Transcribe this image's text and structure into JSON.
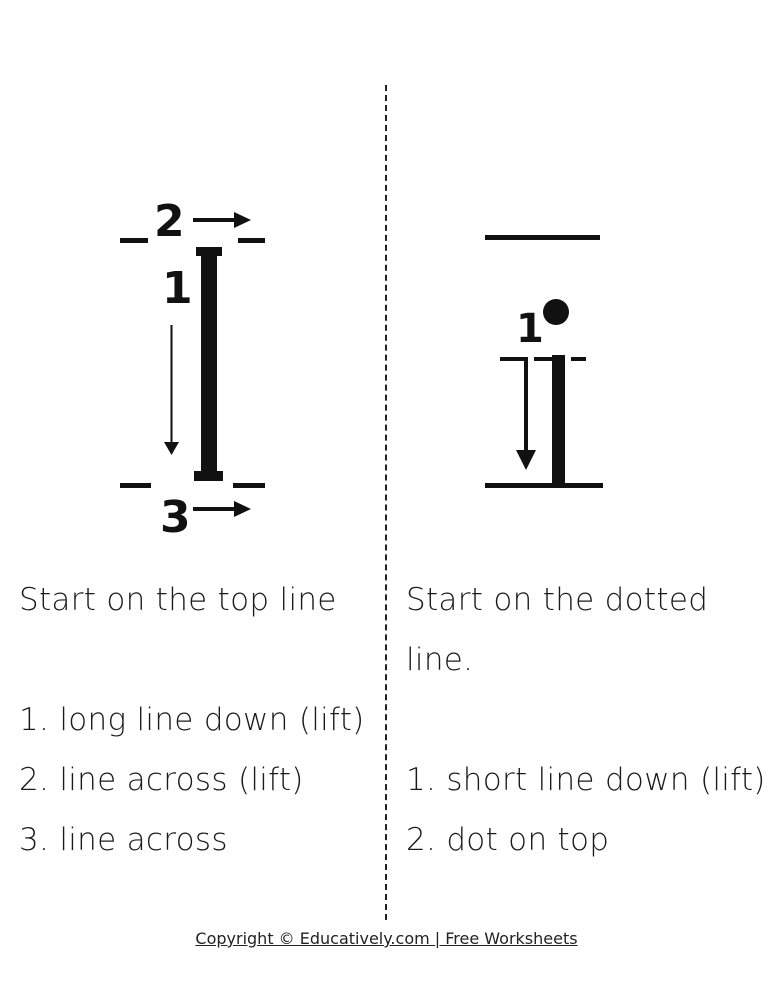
{
  "worksheet": {
    "left_panel": {
      "letter": "I",
      "stroke_numbers": [
        "1",
        "2",
        "3"
      ],
      "instruction_intro": "Start on the top line",
      "steps": [
        "1. long line down (lift)",
        "2. line across (lift)",
        "3. line across"
      ]
    },
    "right_panel": {
      "letter": "i",
      "stroke_numbers": [
        "1"
      ],
      "instruction_intro_line1": "Start on the dotted",
      "instruction_intro_line2": "line.",
      "steps": [
        "1. short line down (lift)",
        "2. dot on top"
      ]
    },
    "footer": {
      "copyright": "Copyright © Educatively.com | Free Worksheets"
    }
  },
  "colors": {
    "ink": "#111111",
    "background": "#ffffff"
  }
}
